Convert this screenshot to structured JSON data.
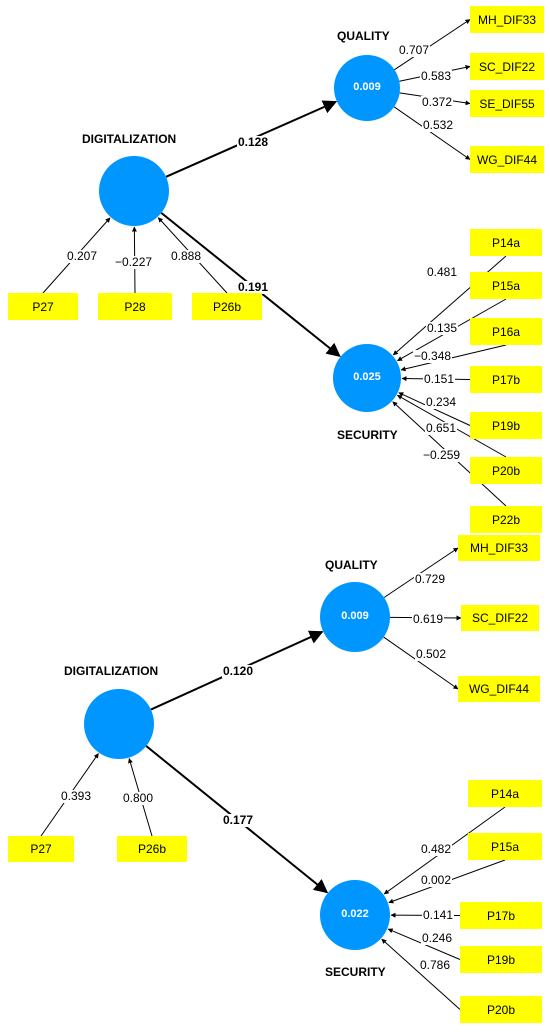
{
  "models": [
    {
      "constructs": {
        "digitalization": {
          "label": "DIGITALIZATION",
          "r2": ""
        },
        "quality": {
          "label": "QUALITY",
          "r2": "0.009"
        },
        "security": {
          "label": "SECURITY",
          "r2": "0.025"
        }
      },
      "paths": [
        {
          "from": "DIGITALIZATION",
          "to": "QUALITY",
          "coef": "0.128"
        },
        {
          "from": "DIGITALIZATION",
          "to": "SECURITY",
          "coef": "0.191"
        }
      ],
      "digitalization_indicators": [
        {
          "name": "P27",
          "weight": "0.207"
        },
        {
          "name": "P28",
          "weight": "−0.227"
        },
        {
          "name": "P26b",
          "weight": "0.888"
        }
      ],
      "quality_indicators": [
        {
          "name": "MH_DIF33",
          "loading": "0.707"
        },
        {
          "name": "SC_DIF22",
          "loading": "0.583"
        },
        {
          "name": "SE_DIF55",
          "loading": "0.372"
        },
        {
          "name": "WG_DIF44",
          "loading": "0.532"
        }
      ],
      "security_indicators": [
        {
          "name": "P14a",
          "weight": "0.481"
        },
        {
          "name": "P15a",
          "weight": "0.135"
        },
        {
          "name": "P16a",
          "weight": "−0.348"
        },
        {
          "name": "P17b",
          "weight": "0.151"
        },
        {
          "name": "P19b",
          "weight": "0.234"
        },
        {
          "name": "P20b",
          "weight": "0.651"
        },
        {
          "name": "P22b",
          "weight": "−0.259"
        }
      ]
    },
    {
      "constructs": {
        "digitalization": {
          "label": "DIGITALIZATION",
          "r2": ""
        },
        "quality": {
          "label": "QUALITY",
          "r2": "0.009"
        },
        "security": {
          "label": "SECURITY",
          "r2": "0.022"
        }
      },
      "paths": [
        {
          "from": "DIGITALIZATION",
          "to": "QUALITY",
          "coef": "0.120"
        },
        {
          "from": "DIGITALIZATION",
          "to": "SECURITY",
          "coef": "0.177"
        }
      ],
      "digitalization_indicators": [
        {
          "name": "P27",
          "weight": "0.393"
        },
        {
          "name": "P26b",
          "weight": "0.800"
        }
      ],
      "quality_indicators": [
        {
          "name": "MH_DIF33",
          "loading": "0.729"
        },
        {
          "name": "SC_DIF22",
          "loading": "0.619"
        },
        {
          "name": "WG_DIF44",
          "loading": "0.502"
        }
      ],
      "security_indicators": [
        {
          "name": "P14a",
          "weight": "0.482"
        },
        {
          "name": "P15a",
          "weight": "0.002"
        },
        {
          "name": "P17b",
          "weight": "0.141"
        },
        {
          "name": "P19b",
          "weight": "0.246"
        },
        {
          "name": "P20b",
          "weight": "0.786"
        }
      ]
    }
  ],
  "colors": {
    "construct_fill": "#0096ff",
    "indicator_fill": "#ffff00",
    "line": "#000000"
  }
}
